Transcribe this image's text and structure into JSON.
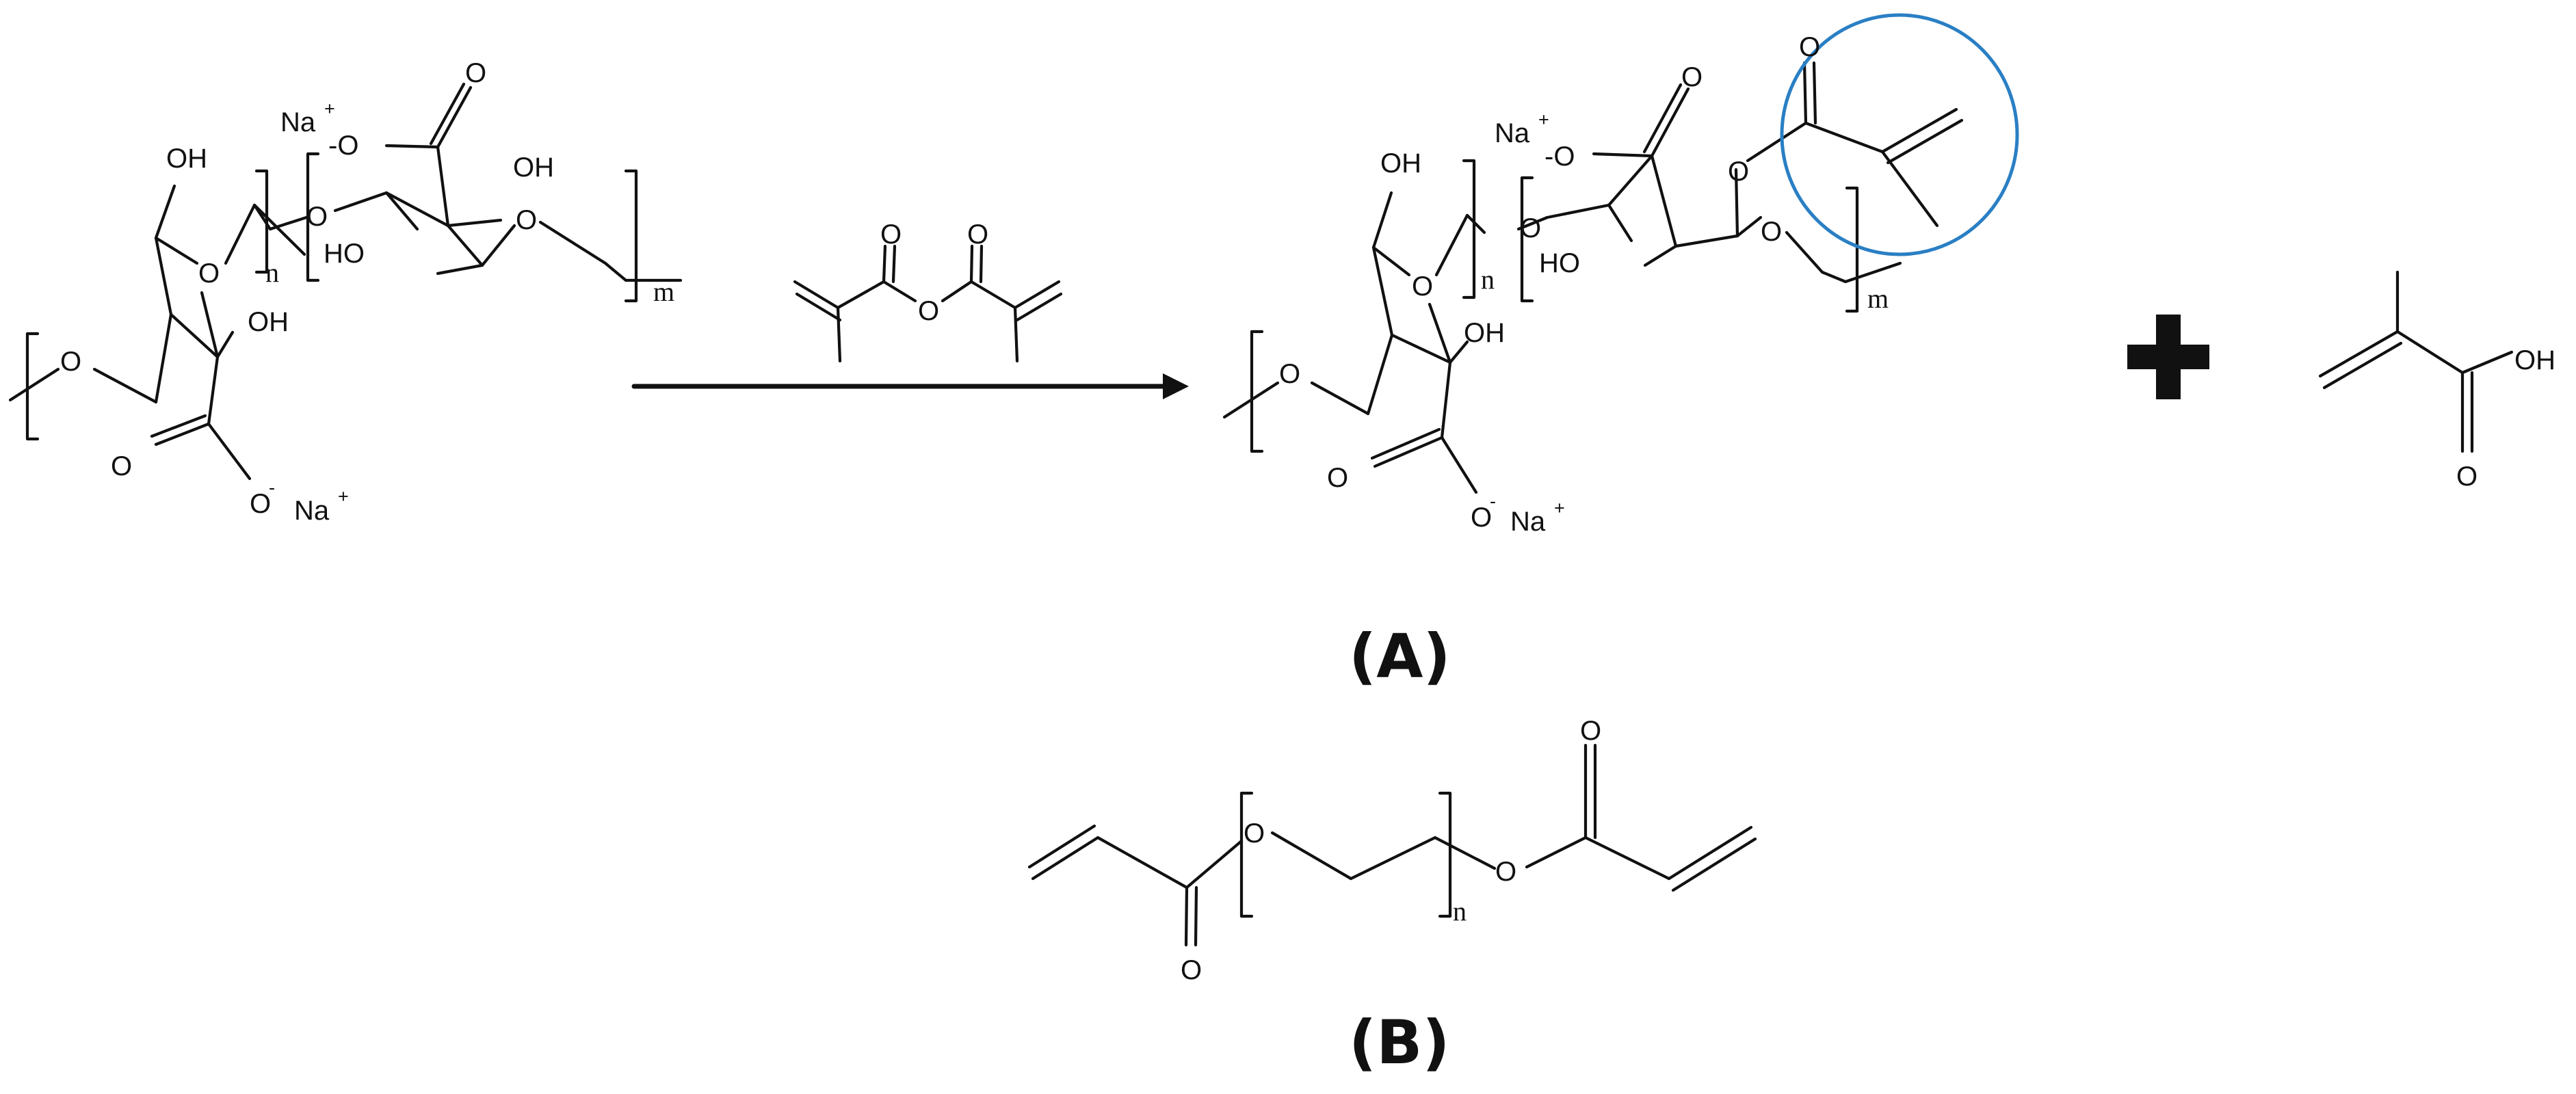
{
  "colors": {
    "ink": "#111111",
    "highlight": "#2a7fc4",
    "background": "#ffffff"
  },
  "atoms": {
    "O": "O",
    "OH": "OH",
    "HO": "HO",
    "Na": "Na",
    "plus_charge": "+",
    "O_anion": "-O",
    "O_anion2": "O",
    "minus_charge": "-",
    "n": "n",
    "m": "m"
  },
  "labels": {
    "panel_a": "(A)",
    "panel_b": "(B)"
  },
  "symbols": {
    "plus": "plus-sign",
    "arrow": "reaction-arrow"
  }
}
